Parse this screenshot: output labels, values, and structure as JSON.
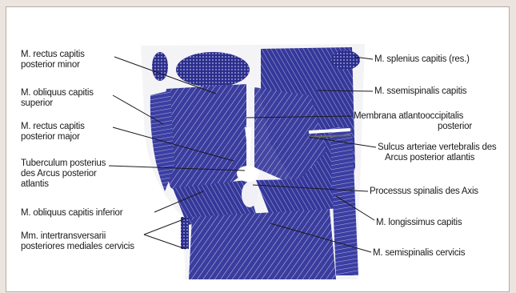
{
  "labels": {
    "rectus_minor": [
      "M. rectus capitis",
      "posterior minor"
    ],
    "obliquus_superior": [
      "M. obliquus capitis",
      "superior"
    ],
    "rectus_major": [
      "M. rectus capitis",
      "posterior major"
    ],
    "tuberculum": [
      "Tuberculum posterius",
      "des Arcus posterior",
      "atlantis"
    ],
    "obliquus_inferior": [
      "M. obliquus capitis inferior"
    ],
    "intertransversarii": [
      "Mm. intertransversarii",
      "posteriores mediales cervicis"
    ],
    "splenius": [
      "M. splenius capitis (res.)"
    ],
    "semispinalis_capitis": [
      "M. ssemispinalis capitis"
    ],
    "membrana": [
      "Membrana atlantooccipitalis",
      "posterior"
    ],
    "sulcus": [
      "Sulcus arteriae vertebralis des",
      "Arcus posterior atlantis"
    ],
    "processus": [
      "Processus spinalis des Axis"
    ],
    "longissimus": [
      "M. longissimus capitis"
    ],
    "semispinalis_cervicis": [
      "M. semispinalis cervicis"
    ]
  },
  "colors": {
    "muscle": "#3c3fa3",
    "muscle_dark": "#20237a",
    "bone": "#f2f2f5"
  }
}
